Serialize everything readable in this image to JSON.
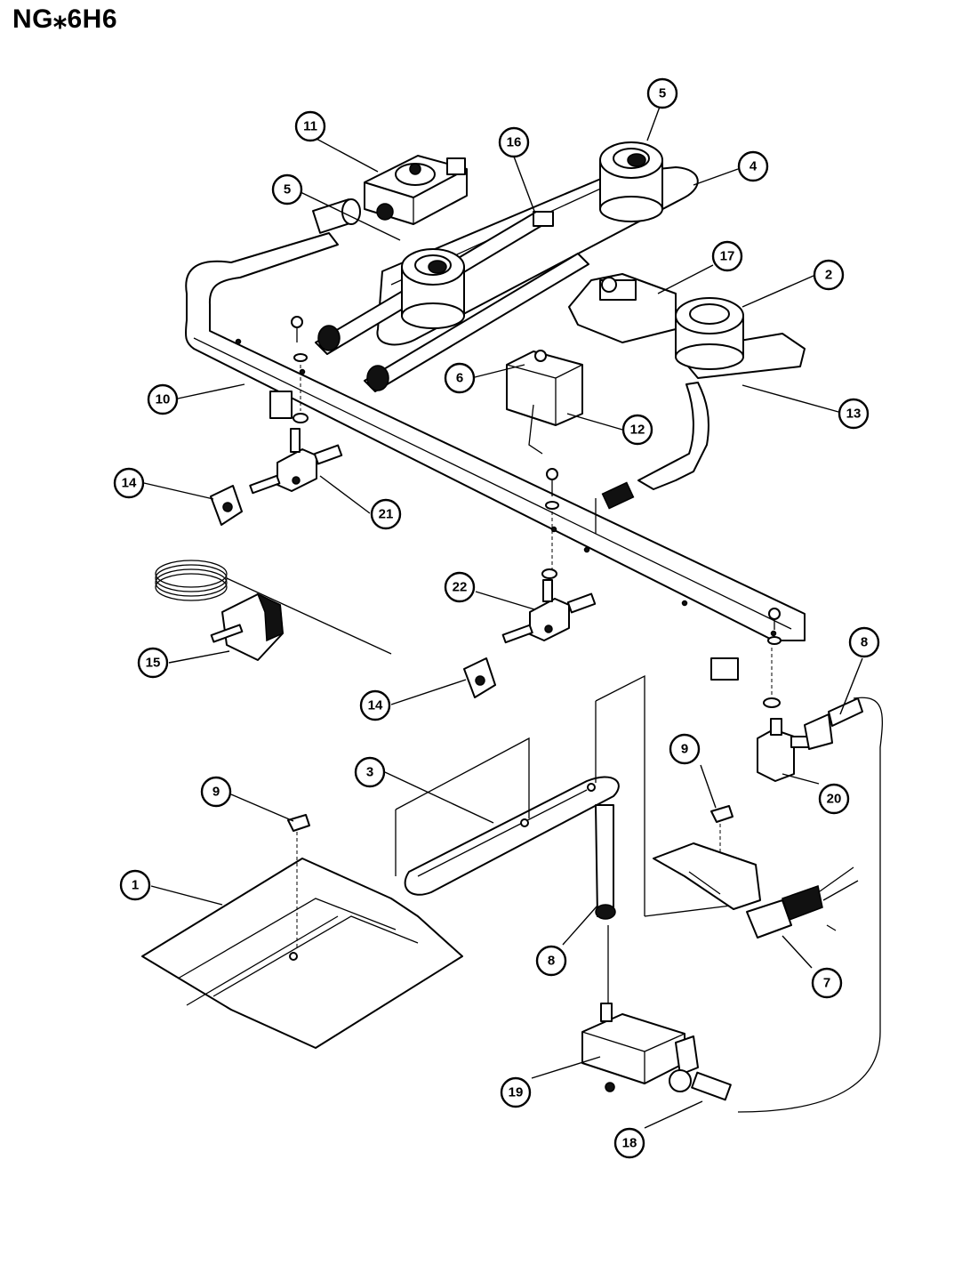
{
  "title": "NG⁎6H6",
  "callouts": [
    {
      "num": "1"
    },
    {
      "num": "2"
    },
    {
      "num": "3"
    },
    {
      "num": "4"
    },
    {
      "num": "5"
    },
    {
      "num": "5"
    },
    {
      "num": "6"
    },
    {
      "num": "7"
    },
    {
      "num": "8"
    },
    {
      "num": "8"
    },
    {
      "num": "9"
    },
    {
      "num": "9"
    },
    {
      "num": "10"
    },
    {
      "num": "11"
    },
    {
      "num": "12"
    },
    {
      "num": "13"
    },
    {
      "num": "14"
    },
    {
      "num": "14"
    },
    {
      "num": "15"
    },
    {
      "num": "16"
    },
    {
      "num": "17"
    },
    {
      "num": "18"
    },
    {
      "num": "19"
    },
    {
      "num": "20"
    },
    {
      "num": "21"
    },
    {
      "num": "22"
    }
  ]
}
